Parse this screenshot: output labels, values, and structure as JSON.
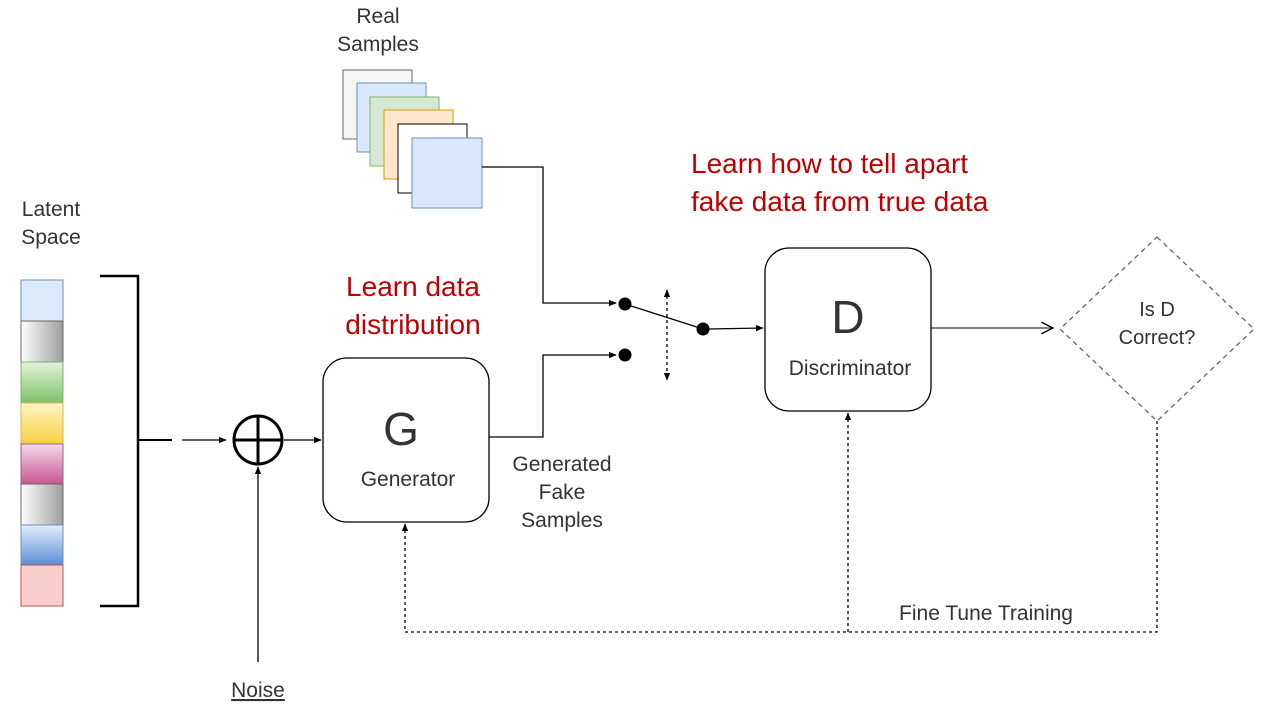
{
  "labels": {
    "real_samples_1": "Real",
    "real_samples_2": "Samples",
    "latent_1": "Latent",
    "latent_2": "Space",
    "noise": "Noise",
    "generator_letter": "G",
    "generator_name": "Generator",
    "discriminator_letter": "D",
    "discriminator_name": "Discriminator",
    "generated_1": "Generated",
    "generated_2": "Fake",
    "generated_3": "Samples",
    "decision_1": "Is D",
    "decision_2": "Correct?",
    "feedback": "Fine Tune Training"
  },
  "annotations": {
    "generator_1": "Learn data",
    "generator_2": "distribution",
    "discriminator_1": "Learn how to tell apart",
    "discriminator_2": "fake data from true data"
  },
  "latent_vector_colors": [
    "#dbe9fb",
    "#d9d9d9",
    "#b6dfa7",
    "#ffe27a",
    "#e4a7c8",
    "#d9d9d9",
    "#a9c8f2",
    "#f8cecc"
  ],
  "real_sample_colors": [
    "#f5f5f5",
    "#dae8fc",
    "#d5e8d4",
    "#ffe6cc",
    "#ffffff",
    "#dae8fc"
  ],
  "annotation_color": "#c00000"
}
